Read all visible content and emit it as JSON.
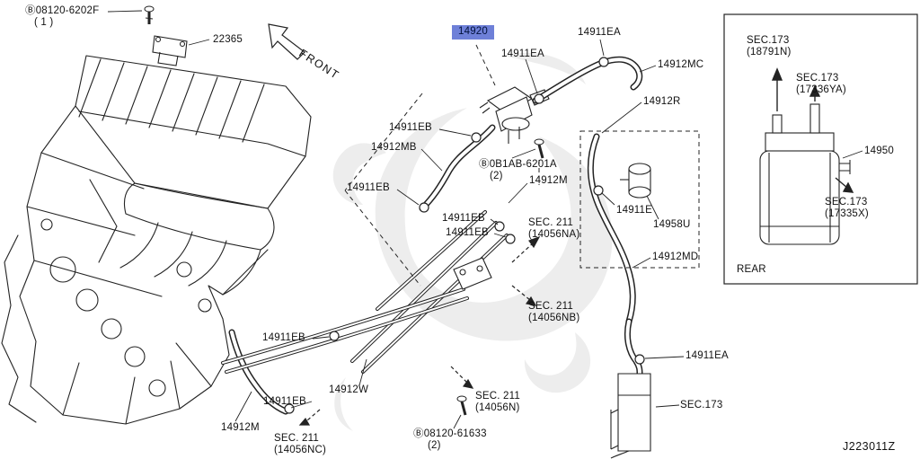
{
  "diagram": {
    "code": "J223011Z",
    "front_label": "FRONT",
    "rear_label": "REAR",
    "highlight_color": "#6e80d8",
    "line_color": "#232323",
    "background": "#ffffff"
  },
  "callouts": {
    "bolt_6202f": {
      "text": "Ⓑ08120-6202F",
      "qty": "( 1 )"
    },
    "p22365": {
      "text": "22365"
    },
    "p14920": {
      "text": "14920",
      "highlighted": true
    },
    "p14911ea_1": {
      "text": "14911EA"
    },
    "p14911ea_2": {
      "text": "14911EA"
    },
    "p14912mc": {
      "text": "14912MC"
    },
    "p14912r": {
      "text": "14912R"
    },
    "p14911eb_1": {
      "text": "14911EB"
    },
    "p14912mb": {
      "text": "14912MB"
    },
    "bolt_6201a": {
      "text": "Ⓑ0B1AB-6201A",
      "qty": "(2)"
    },
    "p14912m_1": {
      "text": "14912M"
    },
    "p14911eb_2": {
      "text": "14911EB"
    },
    "p14911eb_3": {
      "text": "14911EB"
    },
    "p14911eb_4": {
      "text": "14911EB"
    },
    "sec211_na": {
      "line1": "SEC. 211",
      "line2": "(14056NA)"
    },
    "p14911e": {
      "text": "14911E"
    },
    "p14958u": {
      "text": "14958U"
    },
    "p14912md": {
      "text": "14912MD"
    },
    "sec211_nb": {
      "line1": "SEC. 211",
      "line2": "(14056NB)"
    },
    "p14911eb_5": {
      "text": "14911EB"
    },
    "p14911eb_6": {
      "text": "14911EB"
    },
    "p14912w": {
      "text": "14912W"
    },
    "p14912m_2": {
      "text": "14912M"
    },
    "sec211_nc": {
      "line1": "SEC. 211",
      "line2": "(14056NC)"
    },
    "bolt_61633": {
      "text": "Ⓑ08120-61633",
      "qty": "(2)"
    },
    "sec211_n": {
      "line1": "SEC. 211",
      "line2": "(14056N)"
    },
    "p14911ea_3": {
      "text": "14911EA"
    },
    "sec173_main": {
      "text": "SEC.173"
    },
    "p14950": {
      "text": "14950"
    }
  },
  "inset": {
    "sec173_18791n": {
      "line1": "SEC.173",
      "line2": "(18791N)"
    },
    "sec173_17336ya": {
      "line1": "SEC.173",
      "line2": "(17336YA)"
    },
    "sec173_17335x": {
      "line1": "SEC.173",
      "line2": "(17335X)"
    }
  }
}
